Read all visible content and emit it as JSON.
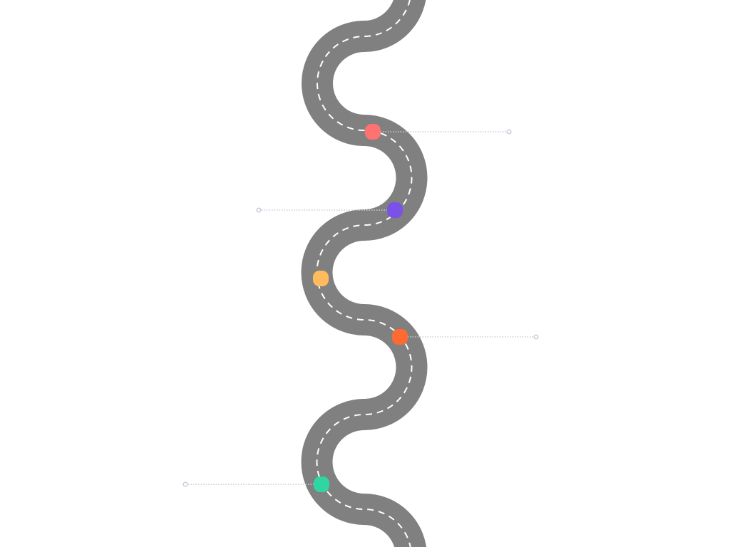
{
  "diagram": {
    "type": "winding-road-timeline",
    "colors": {
      "road": "#808080",
      "lane": "#ffffff",
      "leader": "#c5ccd8"
    },
    "milestones": [
      {
        "id": "m1",
        "color": "#ff7272",
        "leader": "right"
      },
      {
        "id": "m2",
        "color": "#7a52e8",
        "leader": "left"
      },
      {
        "id": "m3",
        "color": "#ffbb5c",
        "leader": "none"
      },
      {
        "id": "m4",
        "color": "#ff6a33",
        "leader": "right"
      },
      {
        "id": "m5",
        "color": "#2fd6a4",
        "leader": "left"
      }
    ]
  }
}
